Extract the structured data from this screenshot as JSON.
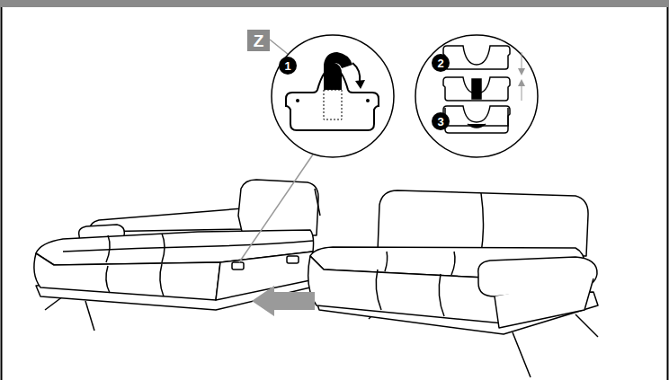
{
  "diagram": {
    "labels": [
      "Z",
      "1",
      "2",
      "3"
    ]
  }
}
